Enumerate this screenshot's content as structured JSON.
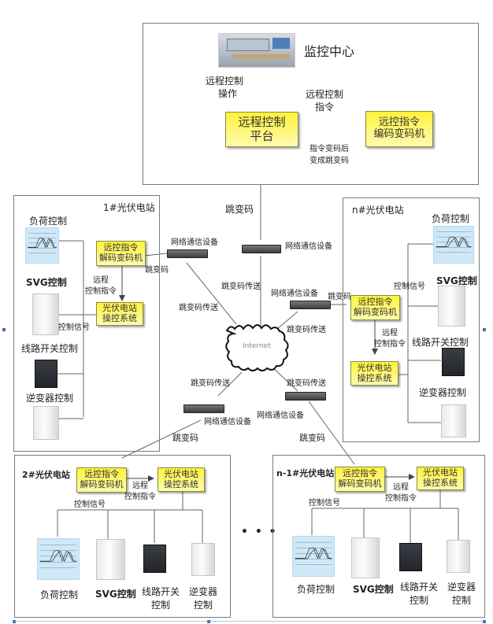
{
  "center": {
    "monitor_label": "监控中心",
    "remote_op_label_line1": "远程控制",
    "remote_op_label_line2": "操作",
    "platform_line1": "远程控制",
    "platform_line2": "平台",
    "cmd_label_line1": "远程控制",
    "cmd_label_line2": "指令",
    "encoder_line1": "远控指令",
    "encoder_line2": "编码变码机",
    "return_label_line1": "指令变码后",
    "return_label_line2": "变成跳变码"
  },
  "network": {
    "hop_code_top": "跳变码",
    "device_label": "网络通信设备",
    "hop_code": "跳变码",
    "hop_transfer": "跳变码传送",
    "internet_label": "Internet",
    "ellipsis": "• • •"
  },
  "stations": [
    {
      "id": "station-1",
      "title": "1#光伏电站",
      "decoder_line1": "远控指令",
      "decoder_line2": "解码变码机",
      "system_line1": "光伏电站",
      "system_line2": "操控系统",
      "remote_cmd_line1": "远程",
      "remote_cmd_line2": "控制指令",
      "control_signal": "控制信号",
      "devices": [
        "负荷控制",
        "SVG控制",
        "线路开关控制",
        "逆变器控制"
      ]
    },
    {
      "id": "station-n",
      "title": "n#光伏电站",
      "decoder_line1": "远控指令",
      "decoder_line2": "解码变码机",
      "system_line1": "光伏电站",
      "system_line2": "操控系统",
      "remote_cmd_line1": "远程",
      "remote_cmd_line2": "控制指令",
      "control_signal": "控制信号",
      "devices": [
        "负荷控制",
        "SVG控制",
        "线路开关控制",
        "逆变器控制"
      ]
    },
    {
      "id": "station-2",
      "title": "2#光伏电站",
      "decoder_line1": "远控指令",
      "decoder_line2": "解码变码机",
      "system_line1": "光伏电站",
      "system_line2": "操控系统",
      "remote_cmd_line1": "远程",
      "remote_cmd_line2": "控制指令",
      "control_signal": "控制信号",
      "devices": [
        "负荷控制",
        "SVG控制",
        "线路开关",
        "控制",
        "逆变器",
        "控制"
      ]
    },
    {
      "id": "station-n-1",
      "title": "n-1#光伏电站",
      "decoder_line1": "远控指令",
      "decoder_line2": "解码变码机",
      "system_line1": "光伏电站",
      "system_line2": "操控系统",
      "remote_cmd_line1": "远程",
      "remote_cmd_line2": "控制指令",
      "control_signal": "控制信号",
      "devices": [
        "负荷控制",
        "SVG控制",
        "线路开关",
        "控制",
        "逆变器",
        "控制"
      ]
    }
  ]
}
